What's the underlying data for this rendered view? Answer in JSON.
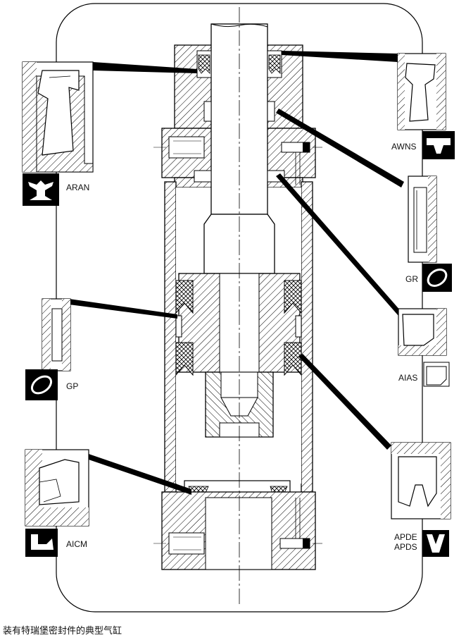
{
  "labels": {
    "aran": "ARAN",
    "awns": "AWNS",
    "gr": "GR",
    "gp": "GP",
    "aias": "AIAS",
    "aicm": "AICM",
    "apde": "APDE",
    "apds": "APDS"
  },
  "caption": "装有特瑞堡密封件的典型气缸",
  "colors": {
    "line": "#000000",
    "background": "#ffffff"
  }
}
